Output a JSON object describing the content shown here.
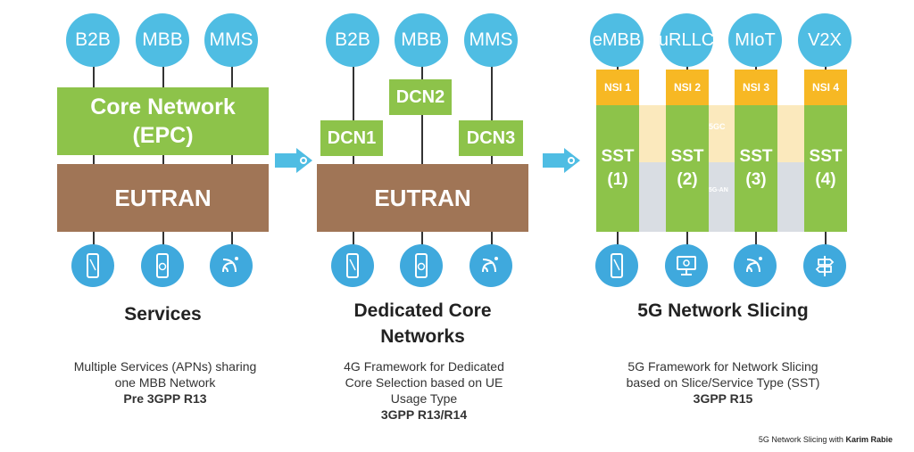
{
  "panel1": {
    "services": [
      "B2B",
      "MBB",
      "MMS"
    ],
    "core_line1": "Core Network",
    "core_line2": "(EPC)",
    "ran": "EUTRAN",
    "title": "Services",
    "desc_lines": [
      "Multiple Services (APNs) sharing",
      "one MBB Network"
    ],
    "desc_bold": "Pre 3GPP R13"
  },
  "panel2": {
    "services": [
      "B2B",
      "MBB",
      "MMS"
    ],
    "dcn": [
      "DCN1",
      "DCN2",
      "DCN3"
    ],
    "ran": "EUTRAN",
    "title_lines": [
      "Dedicated Core",
      "Networks"
    ],
    "desc_lines": [
      "4G Framework for Dedicated",
      "Core Selection based on UE",
      "Usage Type"
    ],
    "desc_bold": "3GPP R13/R14"
  },
  "panel3": {
    "services": [
      "eMBB",
      "uRLLC",
      "MIoT",
      "V2X"
    ],
    "nsi": [
      "NSI 1",
      "NSI 2",
      "NSI 3",
      "NSI 4"
    ],
    "sst": [
      {
        "line1": "SST",
        "line2": "(1)"
      },
      {
        "line1": "SST",
        "line2": "(2)"
      },
      {
        "line1": "SST",
        "line2": "(3)"
      },
      {
        "line1": "SST",
        "line2": "(4)"
      }
    ],
    "core_label": "5GC",
    "ran_label": "5G-AN",
    "title": "5G Network Slicing",
    "desc_lines": [
      "5G Framework for Network Slicing",
      "based on Slice/Service Type (SST)"
    ],
    "desc_bold": "3GPP R15"
  },
  "footer": {
    "prefix": "5G Network Slicing with",
    "author": "Karim Rabie"
  },
  "colors": {
    "service_circle": "#4fbde3",
    "device_circle": "#3fa9dd",
    "core_green": "#8dc34a",
    "ran_brown": "#a07556",
    "nsi_orange": "#f7b824",
    "arrow_blue": "#4fbde3"
  },
  "icons": {
    "devices_panel1": [
      "smartphone-icon",
      "payment-phone-icon",
      "iot-sensor-icon"
    ],
    "devices_panel2": [
      "smartphone-icon",
      "payment-phone-icon",
      "iot-sensor-icon"
    ],
    "devices_panel3": [
      "smartphone-icon",
      "monitor-camera-icon",
      "iot-sensor-icon",
      "signpost-icon"
    ],
    "arrows": [
      "arrow-right-icon",
      "arrow-right-icon"
    ]
  }
}
